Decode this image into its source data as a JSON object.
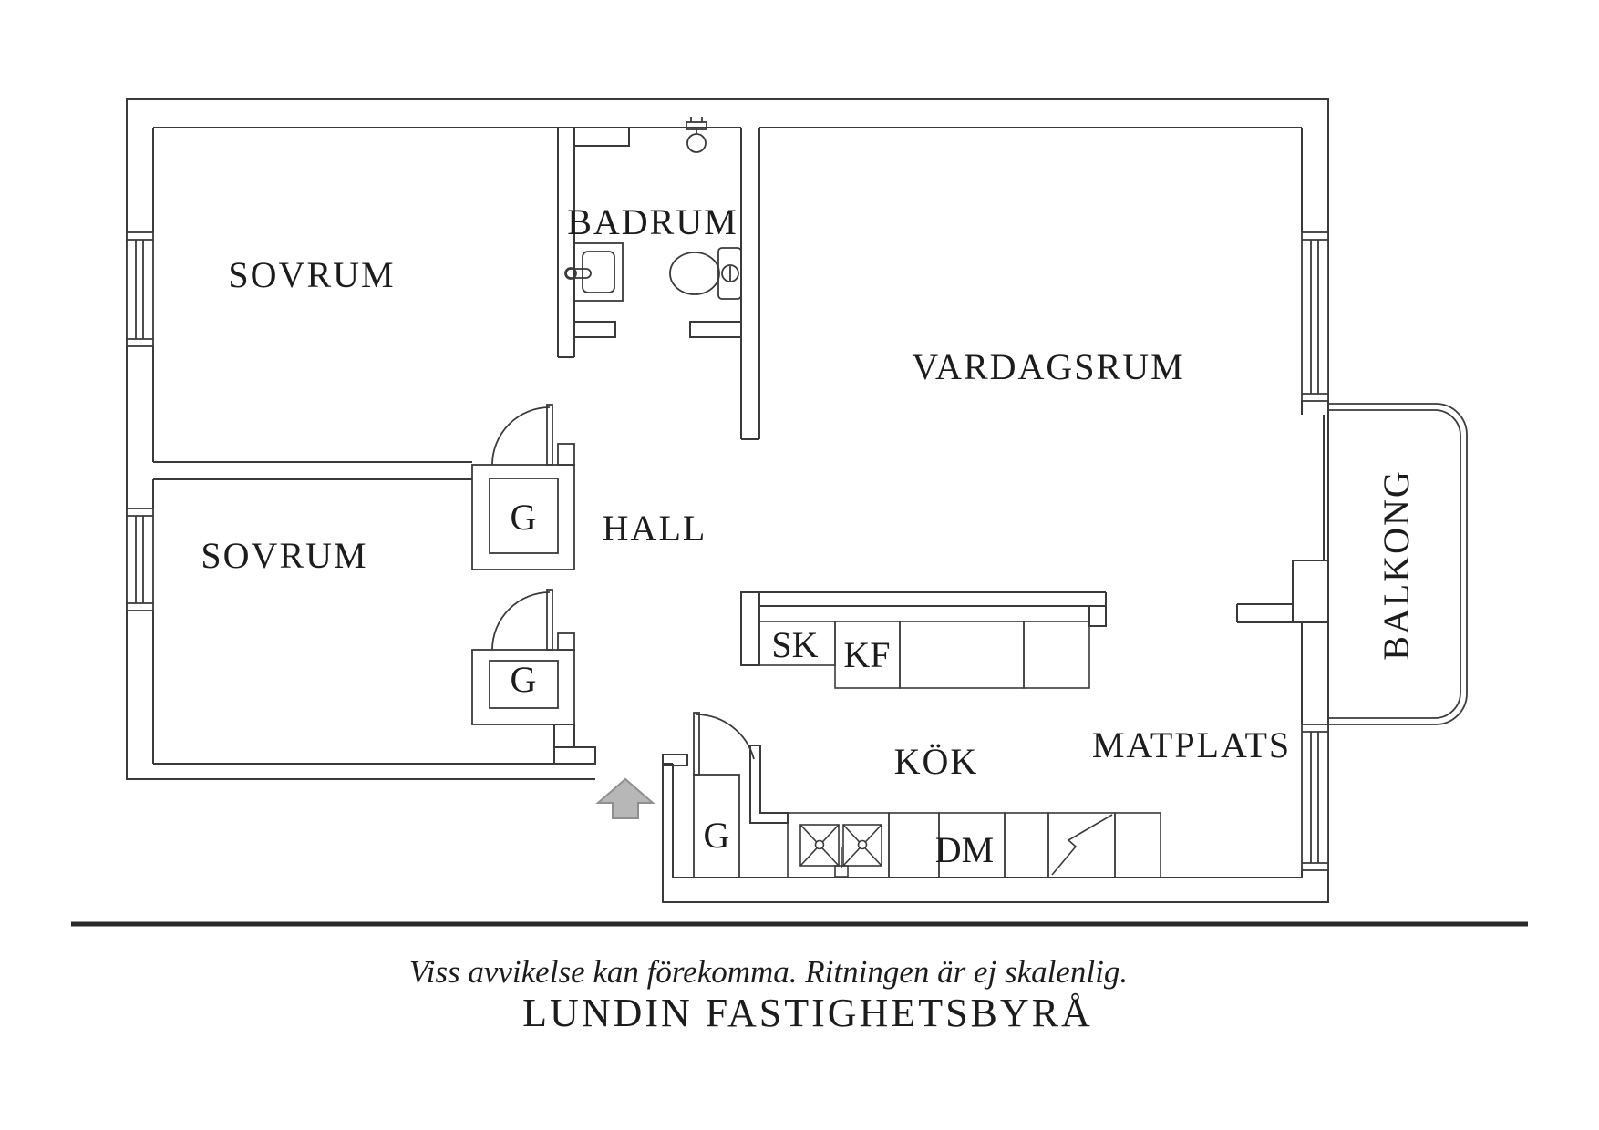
{
  "page": {
    "background": "#ffffff",
    "line_color": "#3a3a3a",
    "text_color": "#1c1c1c",
    "arrow_fill": "#b7b7b7",
    "arrow_stroke": "#8f8f8f"
  },
  "rooms": {
    "bedroom_top": "SOVRUM",
    "bedroom_bottom": "SOVRUM",
    "bathroom": "BADRUM",
    "living_room": "VARDAGSRUM",
    "hall": "HALL",
    "kitchen": "KÖK",
    "dining": "MATPLATS",
    "balcony": "BALKONG"
  },
  "closets": {
    "hall_upper": "G",
    "hall_lower": "G",
    "entry": "G"
  },
  "appliances": {
    "cleaning_cabinet": "SK",
    "fridge_freezer": "KF",
    "dishwasher": "DM"
  },
  "footer": {
    "disclaimer": "Viss avvikelse kan förekomma. Ritningen är ej skalenlig.",
    "brand": "LUNDIN FASTIGHETSBYRÅ"
  }
}
